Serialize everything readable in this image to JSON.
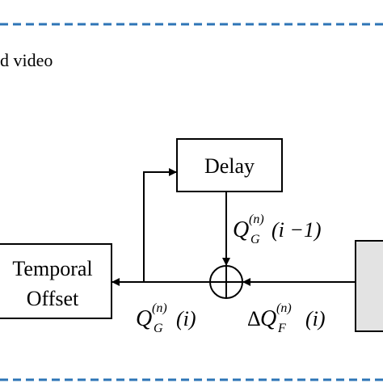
{
  "header": {
    "partial_text": "d video",
    "border_color": "#2e75b6"
  },
  "blocks": {
    "delay": {
      "label": "Delay"
    },
    "temporal_offset": {
      "line1": "Temporal",
      "line2": "Offset"
    },
    "right_block": {
      "fill": "#e3e3e3"
    }
  },
  "signals": {
    "delayed": {
      "base": "Q",
      "sub": "G",
      "sup": "(n)",
      "arg": "(i −1)"
    },
    "current": {
      "base": "Q",
      "sub": "G",
      "sup": "(n)",
      "arg": "(i)"
    },
    "delta": {
      "prefix": "Δ",
      "base": "Q",
      "sub": "F",
      "sup": "(n)",
      "arg": "(i)"
    }
  },
  "colors": {
    "stroke": "#000000",
    "dashed_border": "#2e75b6"
  }
}
